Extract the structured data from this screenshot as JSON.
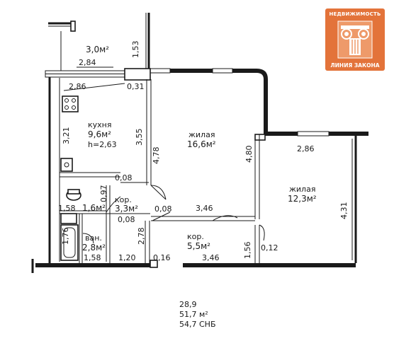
{
  "logo": {
    "top_text": "НЕДВИЖИМОСТЬ",
    "bottom_text": "ЛИНИЯ ЗАКОНА",
    "color": "#e3733a",
    "icon": "ionic-column-icon"
  },
  "rooms": {
    "balcony_area": "3,0м²",
    "kitchen_name": "кухня",
    "kitchen_area": "9,6м²",
    "kitchen_height": "h=2,63",
    "living1_name": "жилая",
    "living1_area": "16,6м²",
    "living2_name": "жилая",
    "living2_area": "12,3м²",
    "corridor1_name": "кор.",
    "corridor1_area": "3,3м²",
    "corridor2_name": "кор.",
    "corridor2_area": "5,5м²",
    "bath_name": "ван.",
    "bath_area": "2,8м²",
    "wc_area": "1,6м²"
  },
  "dims": {
    "d_284": "2,84",
    "d_153": "1,53",
    "d_286a": "2,86",
    "d_031": "0,31",
    "d_321": "3,21",
    "d_355": "3,55",
    "d_478": "4,78",
    "d_480": "4,80",
    "d_286b": "2,86",
    "d_431": "4,31",
    "d_008a": "0,08",
    "d_097": "0,97",
    "d_158a": "1,58",
    "d_008b": "0,08",
    "d_008c": "0,08",
    "d_346a": "3,46",
    "d_176": "1,76",
    "d_278": "2,78",
    "d_158b": "1,58",
    "d_120": "1,20",
    "d_016": "0,16",
    "d_346b": "3,46",
    "d_156": "1,56",
    "d_012": "0,12"
  },
  "summary": {
    "living_area": "28,9",
    "total_area": "51,7 м²",
    "snb_area": "54,7 СНБ"
  }
}
